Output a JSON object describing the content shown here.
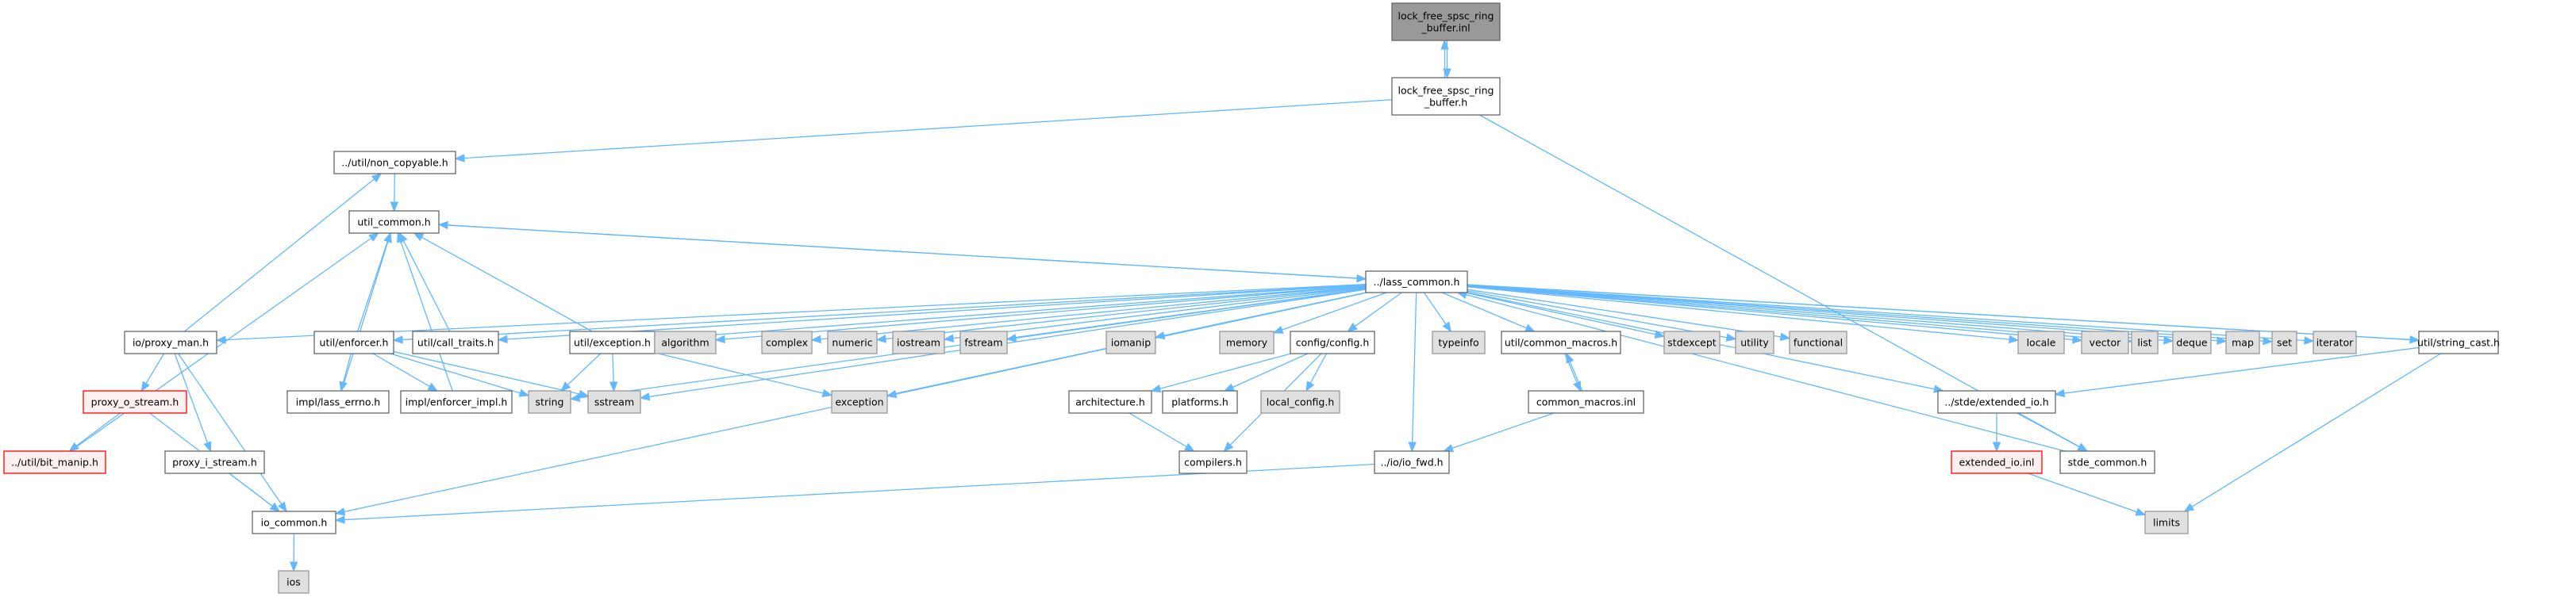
{
  "styles": {
    "edge_color": "#63b8ff",
    "root": {
      "fill": "#999999",
      "stroke": "#666666"
    },
    "doc": {
      "fill": "#ffffff",
      "stroke": "#666666"
    },
    "system": {
      "fill": "#e0e0e0",
      "stroke": "#999999"
    },
    "missing": {
      "fill": "#fff0f0",
      "stroke": "#ff0000"
    }
  },
  "nodes": [
    {
      "id": "root",
      "lines": [
        "lock_free_spsc_ring",
        "_buffer.inl"
      ],
      "style": "root"
    },
    {
      "id": "ringh",
      "lines": [
        "lock_free_spsc_ring",
        "_buffer.h"
      ],
      "style": "doc"
    },
    {
      "id": "noncopy",
      "lines": [
        "../util/non_copyable.h"
      ],
      "style": "doc"
    },
    {
      "id": "utilcommon",
      "lines": [
        "util_common.h"
      ],
      "style": "doc"
    },
    {
      "id": "lasscommon",
      "lines": [
        "../lass_common.h"
      ],
      "style": "doc"
    },
    {
      "id": "proxyman",
      "lines": [
        "io/proxy_man.h"
      ],
      "style": "doc"
    },
    {
      "id": "enforcer",
      "lines": [
        "util/enforcer.h"
      ],
      "style": "doc"
    },
    {
      "id": "calltraits",
      "lines": [
        "util/call_traits.h"
      ],
      "style": "doc"
    },
    {
      "id": "exceptionh",
      "lines": [
        "util/exception.h"
      ],
      "style": "doc"
    },
    {
      "id": "algorithm",
      "lines": [
        "algorithm"
      ],
      "style": "system"
    },
    {
      "id": "complex",
      "lines": [
        "complex"
      ],
      "style": "system"
    },
    {
      "id": "numeric",
      "lines": [
        "numeric"
      ],
      "style": "system"
    },
    {
      "id": "iostream",
      "lines": [
        "iostream"
      ],
      "style": "system"
    },
    {
      "id": "fstream",
      "lines": [
        "fstream"
      ],
      "style": "system"
    },
    {
      "id": "iomanip",
      "lines": [
        "iomanip"
      ],
      "style": "system"
    },
    {
      "id": "memory",
      "lines": [
        "memory"
      ],
      "style": "system"
    },
    {
      "id": "config",
      "lines": [
        "config/config.h"
      ],
      "style": "doc"
    },
    {
      "id": "typeinfo",
      "lines": [
        "typeinfo"
      ],
      "style": "system"
    },
    {
      "id": "commonmacros",
      "lines": [
        "util/common_macros.h"
      ],
      "style": "doc"
    },
    {
      "id": "stdexcept",
      "lines": [
        "stdexcept"
      ],
      "style": "system"
    },
    {
      "id": "utility",
      "lines": [
        "utility"
      ],
      "style": "system"
    },
    {
      "id": "functional",
      "lines": [
        "functional"
      ],
      "style": "system"
    },
    {
      "id": "locale",
      "lines": [
        "locale"
      ],
      "style": "system"
    },
    {
      "id": "vector",
      "lines": [
        "vector"
      ],
      "style": "system"
    },
    {
      "id": "list",
      "lines": [
        "list"
      ],
      "style": "system"
    },
    {
      "id": "deque",
      "lines": [
        "deque"
      ],
      "style": "system"
    },
    {
      "id": "map",
      "lines": [
        "map"
      ],
      "style": "system"
    },
    {
      "id": "set",
      "lines": [
        "set"
      ],
      "style": "system"
    },
    {
      "id": "iterator",
      "lines": [
        "iterator"
      ],
      "style": "system"
    },
    {
      "id": "stringcast",
      "lines": [
        "util/string_cast.h"
      ],
      "style": "doc"
    },
    {
      "id": "proxyo",
      "lines": [
        "proxy_o_stream.h"
      ],
      "style": "missing"
    },
    {
      "id": "bitmanip",
      "lines": [
        "../util/bit_manip.h"
      ],
      "style": "missing"
    },
    {
      "id": "proxyi",
      "lines": [
        "proxy_i_stream.h"
      ],
      "style": "doc"
    },
    {
      "id": "iocommon",
      "lines": [
        "io_common.h"
      ],
      "style": "doc"
    },
    {
      "id": "ios",
      "lines": [
        "ios"
      ],
      "style": "system"
    },
    {
      "id": "lasserrno",
      "lines": [
        "impl/lass_errno.h"
      ],
      "style": "doc"
    },
    {
      "id": "enforcerimpl",
      "lines": [
        "impl/enforcer_impl.h"
      ],
      "style": "doc"
    },
    {
      "id": "string",
      "lines": [
        "string"
      ],
      "style": "system"
    },
    {
      "id": "sstream",
      "lines": [
        "sstream"
      ],
      "style": "system"
    },
    {
      "id": "exception",
      "lines": [
        "exception"
      ],
      "style": "system"
    },
    {
      "id": "architecture",
      "lines": [
        "architecture.h"
      ],
      "style": "doc"
    },
    {
      "id": "platforms",
      "lines": [
        "platforms.h"
      ],
      "style": "doc"
    },
    {
      "id": "localconfig",
      "lines": [
        "local_config.h"
      ],
      "style": "system"
    },
    {
      "id": "compilers",
      "lines": [
        "compilers.h"
      ],
      "style": "doc"
    },
    {
      "id": "commonmacrosinl",
      "lines": [
        "common_macros.inl"
      ],
      "style": "doc"
    },
    {
      "id": "iofwd",
      "lines": [
        "../io/io_fwd.h"
      ],
      "style": "doc"
    },
    {
      "id": "extendedio",
      "lines": [
        "../stde/extended_io.h"
      ],
      "style": "doc"
    },
    {
      "id": "extendediol",
      "lines": [
        "extended_io.inl"
      ],
      "style": "missing"
    },
    {
      "id": "stdecommon",
      "lines": [
        "stde_common.h"
      ],
      "style": "doc"
    },
    {
      "id": "limits",
      "lines": [
        "limits"
      ],
      "style": "system"
    }
  ],
  "edges": [
    [
      "root",
      "ringh"
    ],
    [
      "ringh",
      "root"
    ],
    [
      "ringh",
      "noncopy"
    ],
    [
      "ringh",
      "stdecommon"
    ],
    [
      "noncopy",
      "utilcommon"
    ],
    [
      "utilcommon",
      "lasscommon"
    ],
    [
      "lasscommon",
      "proxyman"
    ],
    [
      "lasscommon",
      "enforcer"
    ],
    [
      "lasscommon",
      "calltraits"
    ],
    [
      "lasscommon",
      "exceptionh"
    ],
    [
      "lasscommon",
      "algorithm"
    ],
    [
      "lasscommon",
      "complex"
    ],
    [
      "lasscommon",
      "numeric"
    ],
    [
      "lasscommon",
      "iostream"
    ],
    [
      "lasscommon",
      "fstream"
    ],
    [
      "lasscommon",
      "iomanip"
    ],
    [
      "lasscommon",
      "memory"
    ],
    [
      "lasscommon",
      "config"
    ],
    [
      "lasscommon",
      "typeinfo"
    ],
    [
      "lasscommon",
      "commonmacros"
    ],
    [
      "lasscommon",
      "stdexcept"
    ],
    [
      "lasscommon",
      "utility"
    ],
    [
      "lasscommon",
      "functional"
    ],
    [
      "lasscommon",
      "locale"
    ],
    [
      "lasscommon",
      "vector"
    ],
    [
      "lasscommon",
      "list"
    ],
    [
      "lasscommon",
      "deque"
    ],
    [
      "lasscommon",
      "map"
    ],
    [
      "lasscommon",
      "set"
    ],
    [
      "lasscommon",
      "iterator"
    ],
    [
      "lasscommon",
      "stringcast"
    ],
    [
      "lasscommon",
      "string"
    ],
    [
      "lasscommon",
      "sstream"
    ],
    [
      "lasscommon",
      "exception"
    ],
    [
      "lasscommon",
      "iofwd"
    ],
    [
      "lasscommon",
      "extendedio"
    ],
    [
      "lasscommon",
      "iocommon"
    ],
    [
      "stdecommon",
      "lasscommon"
    ],
    [
      "stringcast",
      "utilcommon"
    ],
    [
      "proxyman",
      "noncopy"
    ],
    [
      "proxyman",
      "proxyo"
    ],
    [
      "proxyman",
      "proxyi"
    ],
    [
      "proxyman",
      "iocommon"
    ],
    [
      "proxyo",
      "bitmanip"
    ],
    [
      "proxyo",
      "iocommon"
    ],
    [
      "bitmanip",
      "utilcommon"
    ],
    [
      "proxyi",
      "iocommon"
    ],
    [
      "iocommon",
      "ios"
    ],
    [
      "enforcer",
      "utilcommon"
    ],
    [
      "enforcer",
      "lasserrno"
    ],
    [
      "enforcer",
      "enforcerimpl"
    ],
    [
      "enforcer",
      "string"
    ],
    [
      "enforcer",
      "sstream"
    ],
    [
      "lasserrno",
      "utilcommon"
    ],
    [
      "enforcerimpl",
      "utilcommon"
    ],
    [
      "calltraits",
      "utilcommon"
    ],
    [
      "exceptionh",
      "utilcommon"
    ],
    [
      "exceptionh",
      "string"
    ],
    [
      "exceptionh",
      "sstream"
    ],
    [
      "exceptionh",
      "exception"
    ],
    [
      "config",
      "architecture"
    ],
    [
      "config",
      "platforms"
    ],
    [
      "config",
      "localconfig"
    ],
    [
      "config",
      "compilers"
    ],
    [
      "architecture",
      "compilers"
    ],
    [
      "commonmacros",
      "commonmacrosinl"
    ],
    [
      "commonmacrosinl",
      "commonmacros"
    ],
    [
      "commonmacrosinl",
      "iofwd"
    ],
    [
      "iofwd",
      "iocommon"
    ],
    [
      "stringcast",
      "extendedio"
    ],
    [
      "stringcast",
      "limits"
    ],
    [
      "extendedio",
      "extendediol"
    ],
    [
      "extendedio",
      "stdecommon"
    ],
    [
      "extendediol",
      "limits"
    ]
  ]
}
